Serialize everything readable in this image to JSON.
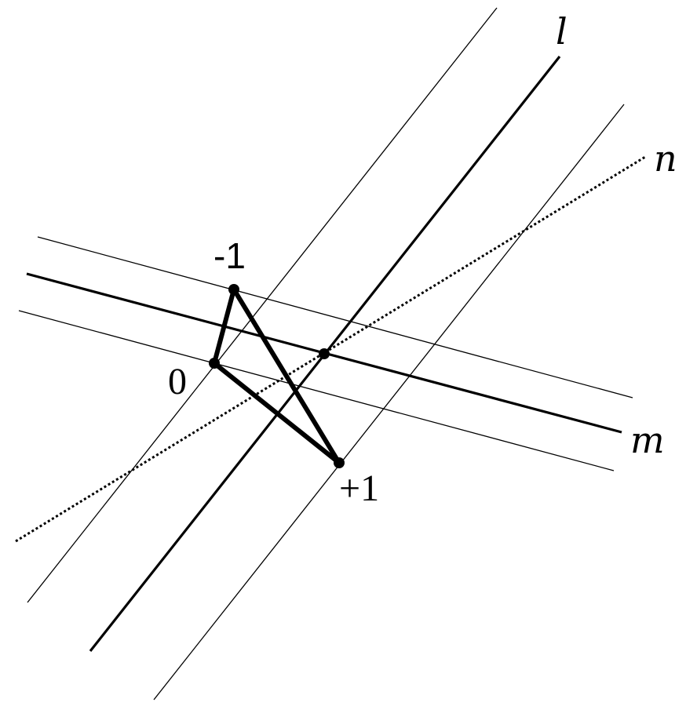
{
  "diagram": {
    "lines": {
      "l": {
        "label": "l"
      },
      "m": {
        "label": "m"
      },
      "n": {
        "label": "n"
      }
    },
    "points": {
      "minus_one": {
        "label": "-1"
      },
      "zero": {
        "label": "0"
      },
      "plus_one": {
        "label": "+1"
      }
    },
    "colors": {
      "ink": "#000000",
      "background": "#ffffff"
    }
  }
}
